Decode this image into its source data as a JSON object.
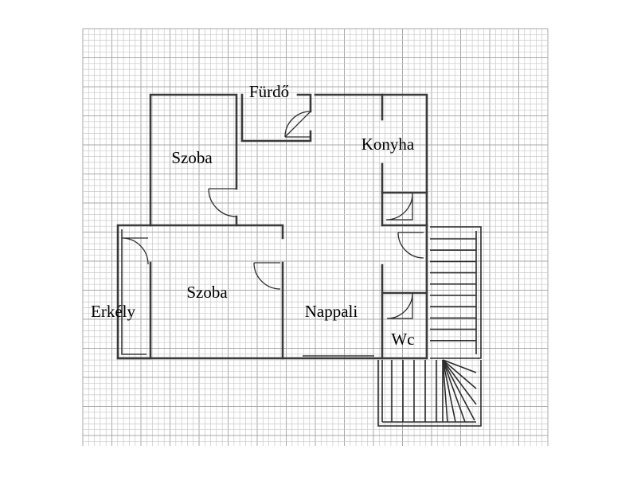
{
  "rooms": {
    "furdo": "Fürdő",
    "szoba_upper": "Szoba",
    "konyha": "Konyha",
    "szoba_lower": "Szoba",
    "erkely": "Erkély",
    "nappali": "Nappali",
    "wc": "Wc"
  },
  "colors": {
    "grid_minor": "#c9c9c9",
    "grid_major": "#a9a9a9",
    "wall": "#3a3a3a"
  }
}
